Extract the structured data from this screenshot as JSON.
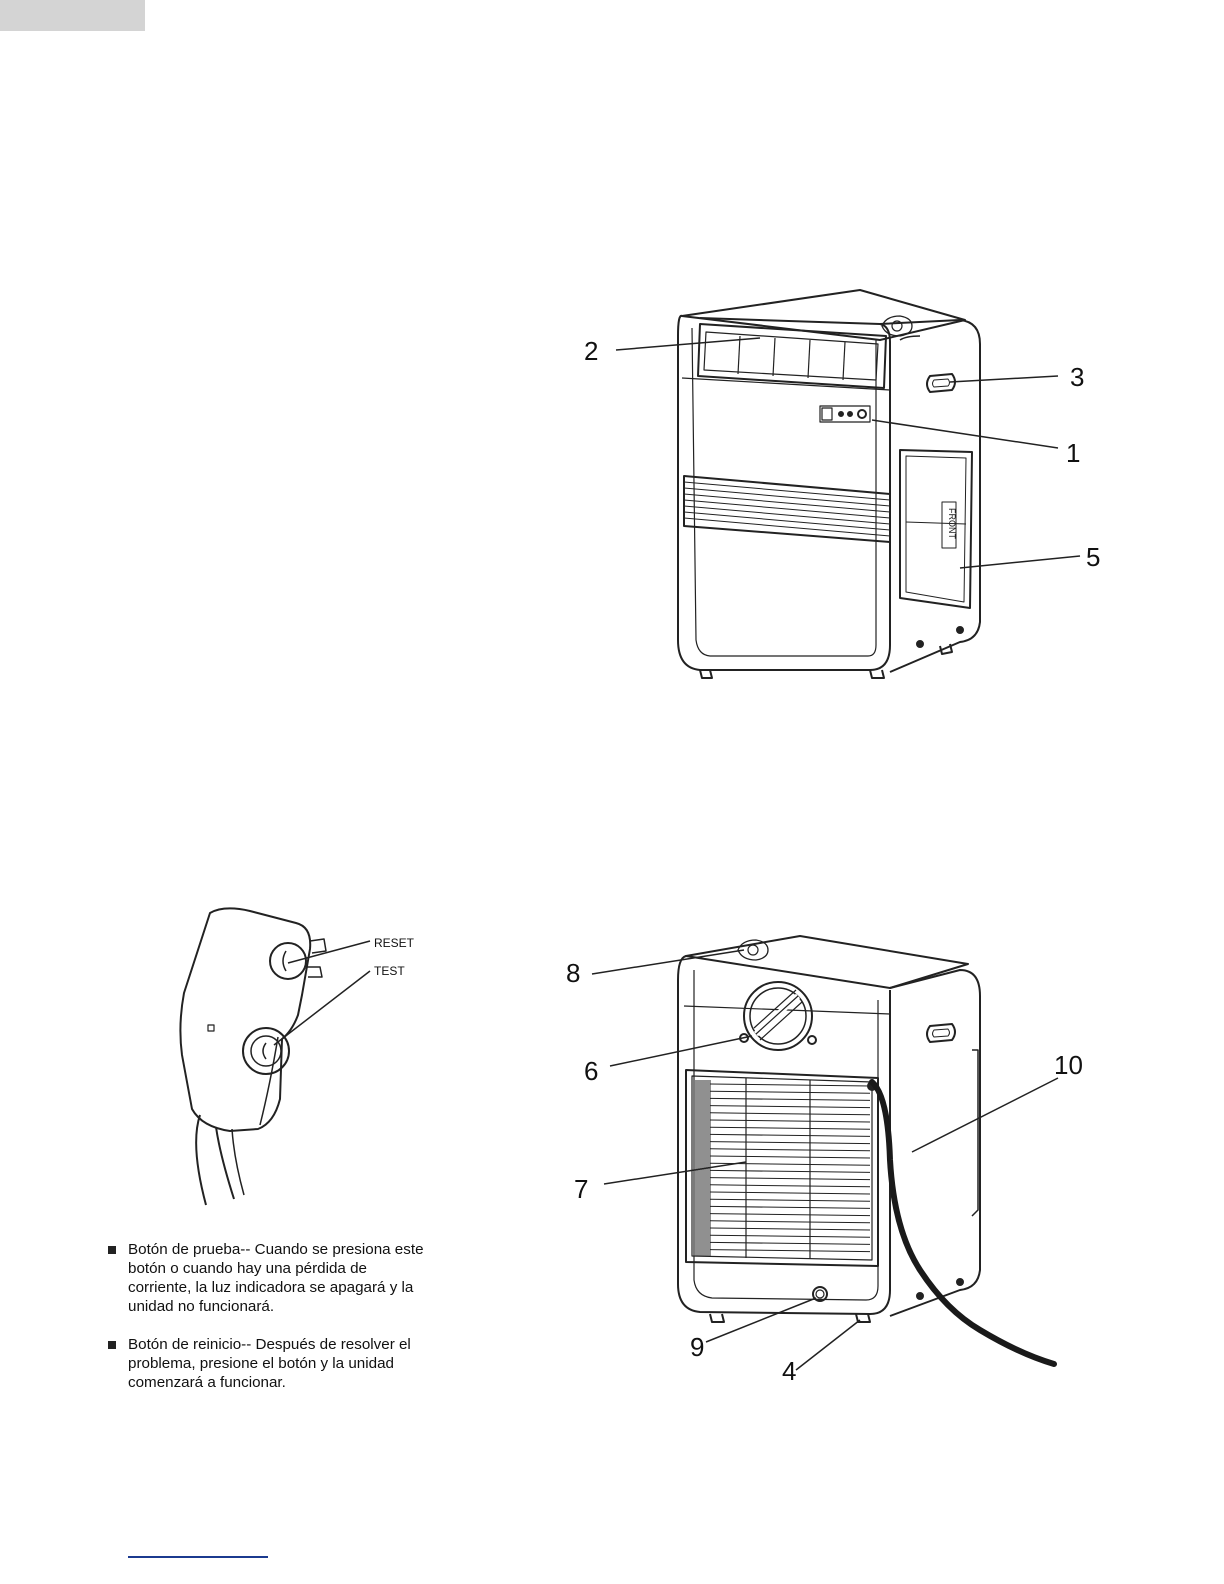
{
  "front_callouts": [
    "1",
    "2",
    "3",
    "5"
  ],
  "back_callouts": [
    "4",
    "6",
    "7",
    "8",
    "9",
    "10"
  ],
  "front_panel_text": "FRONT",
  "plug": {
    "reset_label": "RESET",
    "test_label": "TEST"
  },
  "notes": [
    "Botón de prueba-- Cuando se presiona este botón o cuando hay una pérdida de corriente, la luz indicadora se apagará y la unidad no funcionará.",
    "Botón de reinicio-- Después de resolver el problema, presione el botón y la unidad comenzará a funcionar."
  ]
}
